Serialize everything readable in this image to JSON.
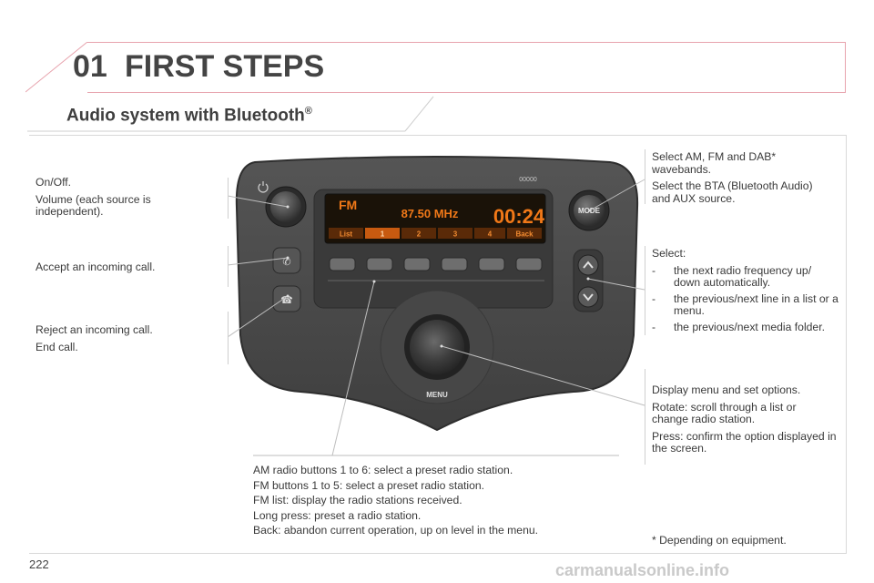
{
  "header": {
    "chapter_number": "01",
    "chapter_title": "FIRST STEPS"
  },
  "section": {
    "title": "Audio system with Bluetooth",
    "title_suffix": "®"
  },
  "radio": {
    "top_code": "00000",
    "band": "FM",
    "frequency": "87.50 MHz",
    "clock": "00:24",
    "tabs": [
      "List",
      "1",
      "2",
      "3",
      "4",
      "Back"
    ],
    "mode_label": "MODE",
    "menu_label": "MENU",
    "colors": {
      "panel": "#4a4a4a",
      "display_bg": "#1a1208",
      "display_text": "#f07818",
      "tab_active": "#c85a10"
    }
  },
  "annotations": {
    "onoff": [
      "On/Off.",
      "Volume (each source is independent)."
    ],
    "accept": [
      "Accept an incoming call."
    ],
    "reject": [
      "Reject an incoming call.",
      "End call."
    ],
    "mode": [
      "Select AM, FM and DAB* wavebands.",
      "Select the BTA (Bluetooth Audio) and AUX source."
    ],
    "select": {
      "heading": "Select:",
      "items": [
        "the next radio frequency up/ down automatically.",
        "the previous/next line in a list or a menu.",
        "the previous/next media folder."
      ]
    },
    "menu": [
      "Display menu and set options.",
      "Rotate: scroll through a list or change radio station.",
      "Press: confirm the option displayed in the screen."
    ],
    "buttons": [
      "AM radio buttons 1 to 6: select a preset radio station.",
      "FM buttons 1 to 5: select a preset radio station.",
      "FM list: display the radio stations received.",
      "Long press: preset a radio station.",
      "Back: abandon current operation, up on level in the menu."
    ]
  },
  "footnote": "* Depending on equipment.",
  "page_number": "222",
  "watermark": "carmanualsonline.info"
}
